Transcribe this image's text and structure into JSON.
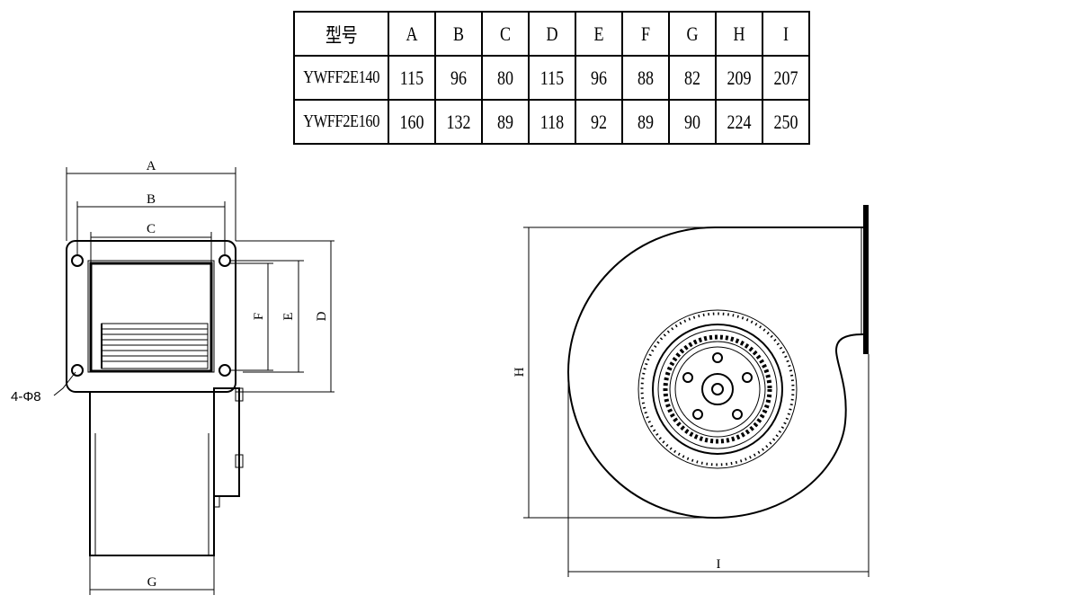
{
  "table": {
    "header": [
      "型号",
      "A",
      "B",
      "C",
      "D",
      "E",
      "F",
      "G",
      "H",
      "I"
    ],
    "rows": [
      [
        "YWFF2E140",
        "115",
        "96",
        "80",
        "115",
        "96",
        "88",
        "82",
        "209",
        "207"
      ],
      [
        "YWFF2E160",
        "160",
        "132",
        "89",
        "118",
        "92",
        "89",
        "90",
        "224",
        "250"
      ]
    ]
  },
  "dimensions": {
    "A": "A",
    "B": "B",
    "C": "C",
    "D": "D",
    "E": "E",
    "F": "F",
    "G": "G",
    "H": "H",
    "I": "I",
    "hole_note": "4-Φ8"
  }
}
